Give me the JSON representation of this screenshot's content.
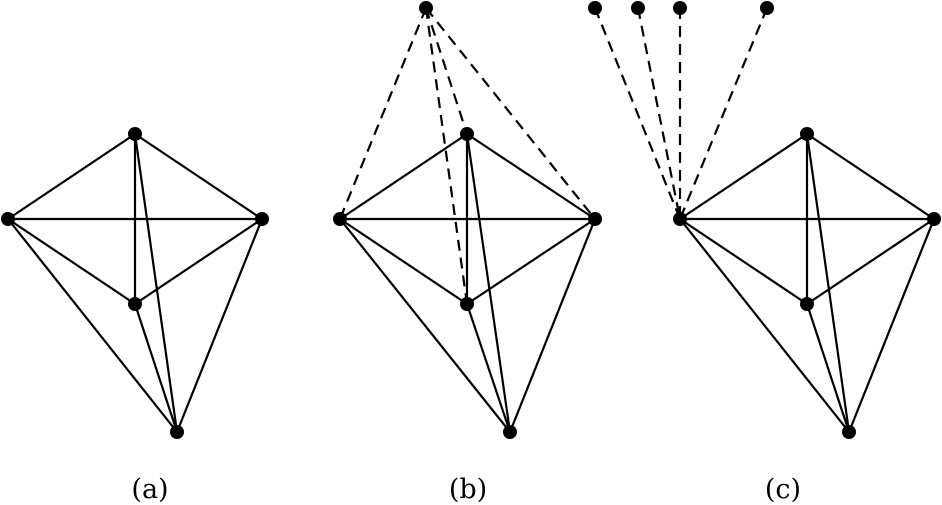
{
  "figure": {
    "panels": [
      {
        "label": "(a)",
        "vertices": [
          "top",
          "left",
          "right",
          "middle",
          "bottom"
        ],
        "solid_edges": [
          [
            "top",
            "left"
          ],
          [
            "top",
            "right"
          ],
          [
            "top",
            "middle"
          ],
          [
            "top",
            "bottom"
          ],
          [
            "left",
            "right"
          ],
          [
            "left",
            "middle"
          ],
          [
            "left",
            "bottom"
          ],
          [
            "right",
            "middle"
          ],
          [
            "right",
            "bottom"
          ],
          [
            "middle",
            "bottom"
          ]
        ],
        "dashed_edges": []
      },
      {
        "label": "(b)",
        "vertices": [
          "apex",
          "top",
          "left",
          "right",
          "middle",
          "bottom"
        ],
        "solid_edges": [
          [
            "top",
            "left"
          ],
          [
            "top",
            "right"
          ],
          [
            "top",
            "middle"
          ],
          [
            "top",
            "bottom"
          ],
          [
            "left",
            "right"
          ],
          [
            "left",
            "middle"
          ],
          [
            "left",
            "bottom"
          ],
          [
            "right",
            "middle"
          ],
          [
            "right",
            "bottom"
          ],
          [
            "middle",
            "bottom"
          ]
        ],
        "dashed_edges": [
          [
            "apex",
            "left"
          ],
          [
            "apex",
            "top"
          ],
          [
            "apex",
            "middle"
          ],
          [
            "apex",
            "right"
          ]
        ]
      },
      {
        "label": "(c)",
        "vertices": [
          "pendant1",
          "pendant2",
          "pendant3",
          "pendant4",
          "top",
          "left",
          "right",
          "middle",
          "bottom"
        ],
        "solid_edges": [
          [
            "top",
            "left"
          ],
          [
            "top",
            "right"
          ],
          [
            "top",
            "middle"
          ],
          [
            "top",
            "bottom"
          ],
          [
            "left",
            "right"
          ],
          [
            "left",
            "middle"
          ],
          [
            "left",
            "bottom"
          ],
          [
            "right",
            "middle"
          ],
          [
            "right",
            "bottom"
          ],
          [
            "middle",
            "bottom"
          ]
        ],
        "dashed_edges": [
          [
            "pendant1",
            "left"
          ],
          [
            "pendant2",
            "left"
          ],
          [
            "pendant3",
            "left"
          ],
          [
            "pendant4",
            "left"
          ]
        ]
      }
    ]
  }
}
